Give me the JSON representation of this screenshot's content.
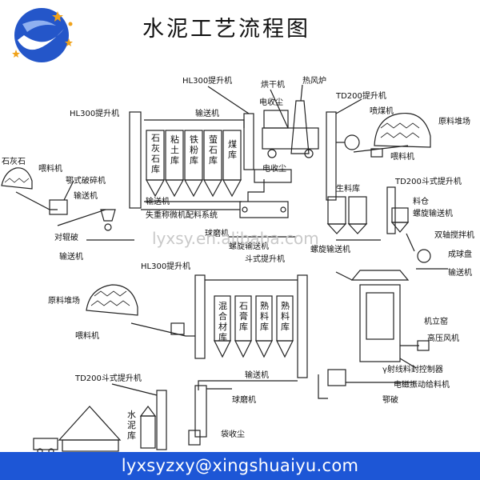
{
  "title": "水泥工艺流程图",
  "watermark": "lyxsy.en.alibaba.com",
  "footer": "lyxsyzxy@xingshuaiyu.com",
  "colors": {
    "footer_bg": "#1d56d6",
    "logo_blue": "#1f4fc4",
    "logo_star": "#f0a21a",
    "line": "#222222"
  },
  "labels": {
    "hl300_top": "HL300提升机",
    "hl300_left": "HL300提升机",
    "conveyor_top": "输送机",
    "dryer": "烘干机",
    "hot_furnace": "热风炉",
    "dust_top": "电收尘",
    "td200_top": "TD200提升机",
    "coal_spray": "喷煤机",
    "raw_pile_right": "原料堆场",
    "feeder_right": "喂料机",
    "limestone_left": "石灰石",
    "feeder_left": "喂料机",
    "jaw_crusher_left": "鄂式破碎机",
    "conveyor_left": "输送机",
    "dust_mid": "电收尘",
    "raw_silo": "生料库",
    "td200_bucket_right": "TD200斗式提升机",
    "material_bin": "料仓",
    "screw_conveyor_right": "螺旋输送机",
    "twin_shaft_mixer": "双轴搅拌机",
    "pelletizer": "成球盘",
    "conveyor_right": "输送机",
    "roller_crusher": "对辊破",
    "conveyor_left_low": "输送机",
    "conveyor_bottom_left": "输送机",
    "weigh_system": "失重称微机配料系统",
    "ball_mill_top": "球磨机",
    "screw_conveyor_mid": "螺旋输送机",
    "screw_conveyor_mid2": "螺旋输送机",
    "hl300_mid": "HL300提升机",
    "bucket_elevator_mid": "斗式提升机",
    "raw_pile_left": "原料堆场",
    "feeder_mid": "喂料机",
    "shaft_kiln": "机立窑",
    "hp_fan": "高压风机",
    "gamma_ray": "γ射线料封控制器",
    "em_feeder": "电磁振动给料机",
    "conveyor_bottom": "输送机",
    "ball_mill_bottom": "球磨机",
    "jaw_crusher_bottom": "鄂破",
    "td200_bottom": "TD200斗式提升机",
    "cement_silo": "水泥库",
    "bag_dust": "袋收尘"
  },
  "silos_top": [
    "石灰石库",
    "粘土库",
    "铁粉库",
    "萤石库",
    "煤库"
  ],
  "silos_mid": [
    "混合材库",
    "石膏库",
    "熟料库",
    "熟料库"
  ]
}
